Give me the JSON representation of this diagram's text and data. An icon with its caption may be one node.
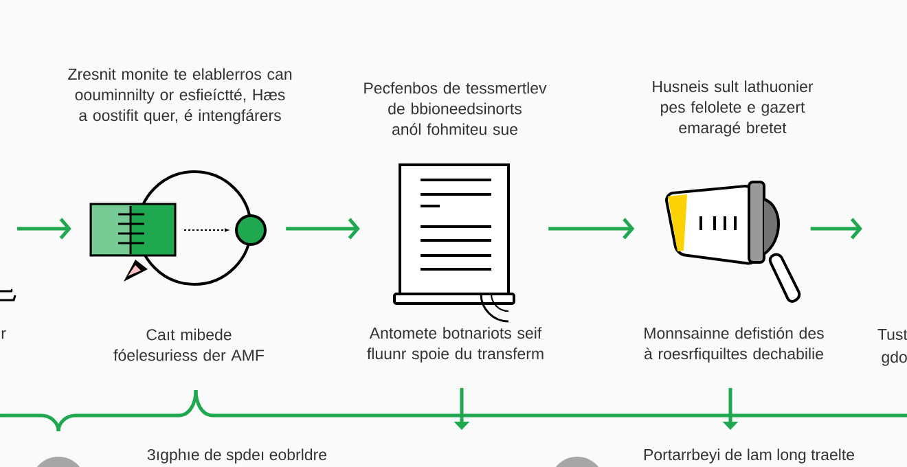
{
  "diagram": {
    "nodes": [
      {
        "text": [],
        "shape": "picture"
      },
      {
        "text": [],
        "shape": "picture",
        "beside": [
          "Zresnit monite te elablerros can oouminnilty or esfieíctté, Hæs a oostifit quer, é intengfárers",
          "Caıt mibede fóelesuriess der AMF"
        ]
      },
      {
        "text": [],
        "shape": "picture",
        "beside": [
          "Pecfenbos de tessmertlev de bbioneedsinorts anól fohmiteu sue",
          "Antomete botnariots seif fluunr spoie du transferm"
        ]
      },
      {
        "text": [],
        "shape": "picture",
        "beside": [
          "Husneis sult lathuonier pes felolete e gazert emaragé bretet",
          "Monnsainne defistión des à roesrfiquiltes dechabilie"
        ]
      }
    ],
    "edges": [
      {
        "from": null,
        "to": 1,
        "arrow": "to"
      },
      {
        "from": 1,
        "to": 2,
        "arrow": "to"
      },
      {
        "from": 2,
        "to": 3,
        "arrow": "to"
      },
      {
        "from": 3,
        "to": null,
        "arrow": "to"
      }
    ],
    "labels": [
      "r",
      "Tust",
      "gdo",
      "3ıgphıe de spdeı eobrldre",
      "Portarrbeyi de lam long traelte"
    ]
  }
}
